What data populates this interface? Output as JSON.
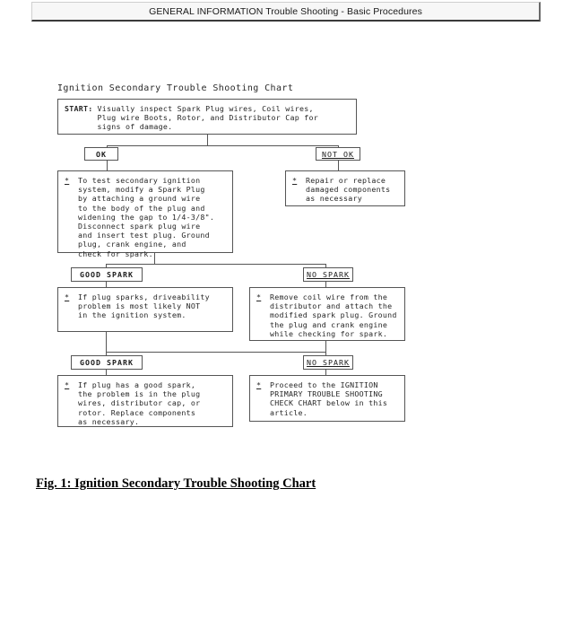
{
  "header": {
    "title": "GENERAL INFORMATION Trouble Shooting - Basic Procedures"
  },
  "figure": {
    "chart_heading": "Ignition Secondary Trouble Shooting Chart",
    "caption": "Fig. 1: Ignition Secondary Trouble Shooting Chart",
    "bullet_marker": "*",
    "start_label": "START:"
  },
  "flowchart": {
    "start_box": {
      "text": "Visually inspect Spark Plug wires, Coil wires,\nPlug wire Boots, Rotor, and Distributor Cap for\nsigns of damage."
    },
    "branch_1": {
      "left_label": "OK",
      "right_label": "NOT OK"
    },
    "level2_left": {
      "text": "To test secondary ignition\nsystem, modify a Spark Plug\nby attaching a ground wire\nto the body of the plug and\nwidening the gap to 1/4-3/8\".\nDisconnect spark plug wire\nand insert test plug. Ground\nplug, crank engine, and\ncheck for spark."
    },
    "level2_right": {
      "text": "Repair or replace\ndamaged components\nas necessary"
    },
    "branch_2": {
      "left_label": "GOOD SPARK",
      "right_label": "NO SPARK"
    },
    "level3_left": {
      "text": "If plug sparks, driveability\nproblem is most likely NOT\nin the ignition system."
    },
    "level3_right": {
      "text": "Remove coil wire from the\ndistributor and attach the\nmodified spark plug. Ground\nthe plug and crank engine\nwhile checking for spark."
    },
    "branch_3": {
      "left_label": "GOOD SPARK",
      "right_label": "NO SPARK"
    },
    "level4_left": {
      "text": "If plug has a good spark,\nthe problem is in the plug\nwires, distributor cap, or\nrotor.  Replace components\nas necessary."
    },
    "level4_right": {
      "text": "Proceed to the IGNITION\nPRIMARY TROUBLE SHOOTING\nCHECK CHART below in this\narticle."
    }
  }
}
